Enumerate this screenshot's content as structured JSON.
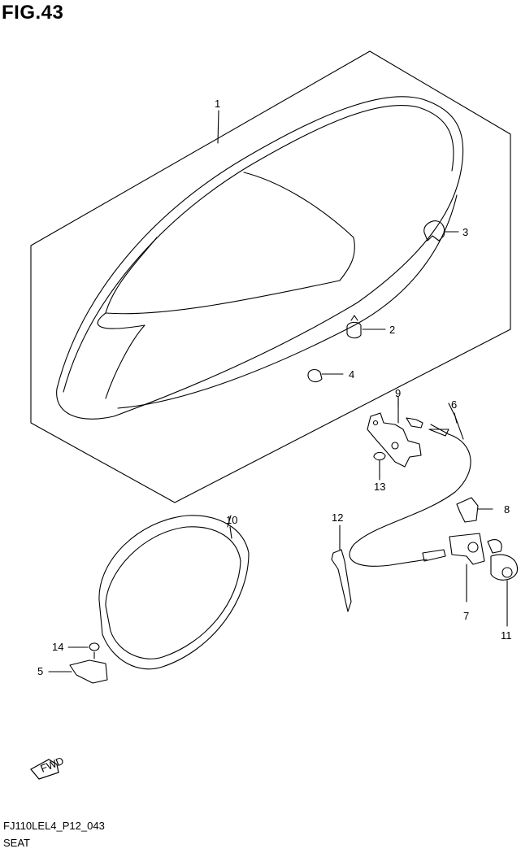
{
  "figure": {
    "title": "FIG.43",
    "code": "FJ110LEL4_P12_043",
    "name": "SEAT",
    "fwd_label": "FWD"
  },
  "callouts": [
    "1",
    "2",
    "3",
    "4",
    "5",
    "6",
    "7",
    "8",
    "9",
    "10",
    "11",
    "12",
    "13",
    "14"
  ],
  "icons": {
    "direction": "fwd-arrow-icon"
  }
}
